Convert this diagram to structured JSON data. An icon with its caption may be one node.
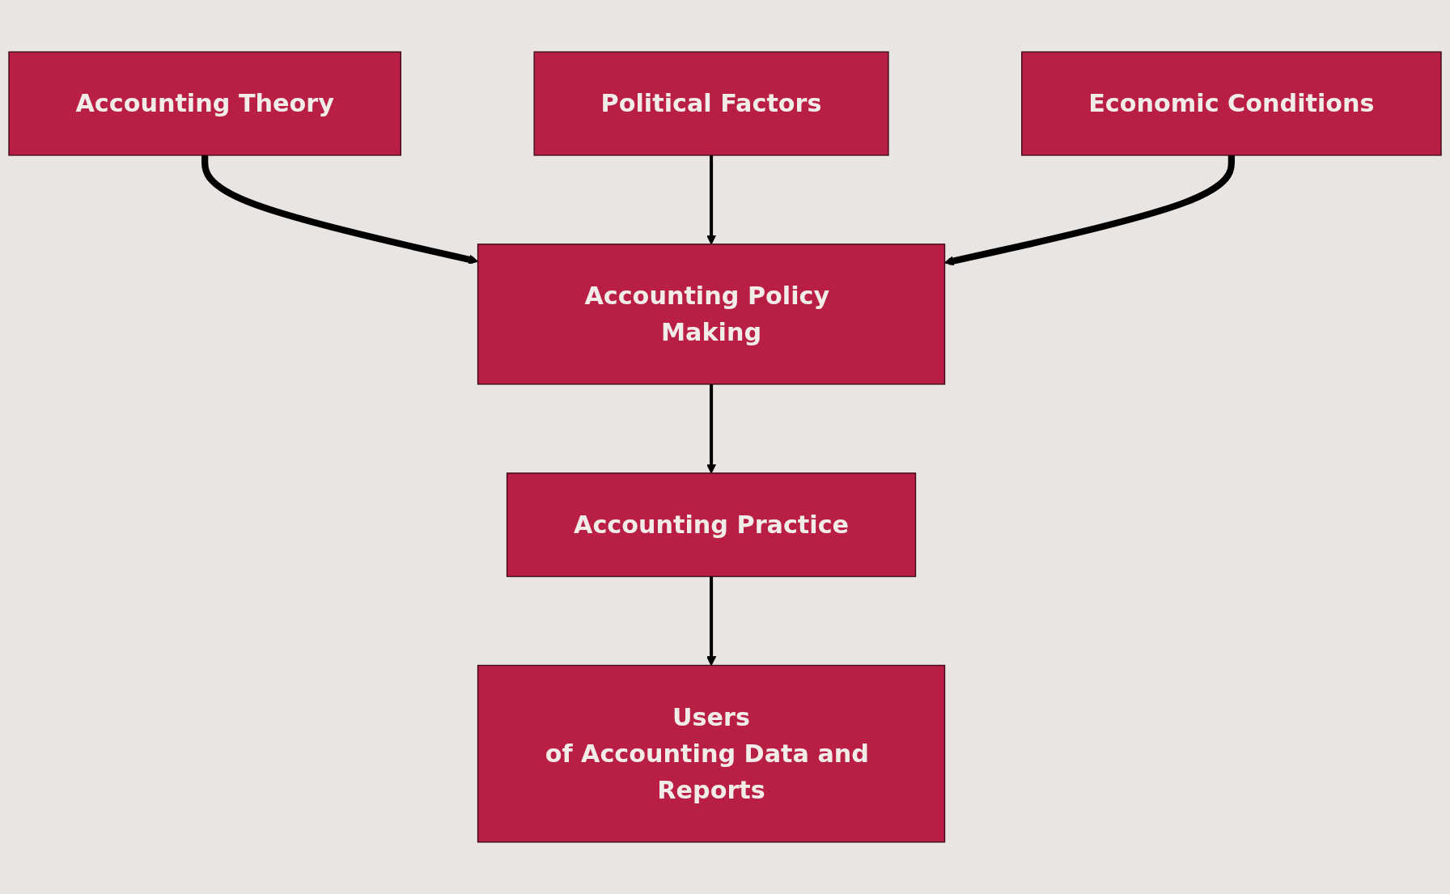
{
  "diagram": {
    "nodes": [
      {
        "text": [
          "Accounting Theory"
        ]
      },
      {
        "text": [
          "Political Factors"
        ]
      },
      {
        "text": [
          "Economic Conditions"
        ]
      },
      {
        "text": [
          "Accounting Policy Making"
        ]
      },
      {
        "text": [
          "Accounting Practice"
        ]
      },
      {
        "text": [
          "Users",
          "of Accounting Data and Reports"
        ]
      }
    ],
    "edges": [
      {
        "from": 0,
        "to": 3,
        "arrow": "to",
        "style": "thick"
      },
      {
        "from": 1,
        "to": 3,
        "arrow": "to"
      },
      {
        "from": 2,
        "to": 3,
        "arrow": "to",
        "style": "thick"
      },
      {
        "from": 3,
        "to": 4,
        "arrow": "to"
      },
      {
        "from": 4,
        "to": 5,
        "arrow": "to"
      }
    ]
  }
}
